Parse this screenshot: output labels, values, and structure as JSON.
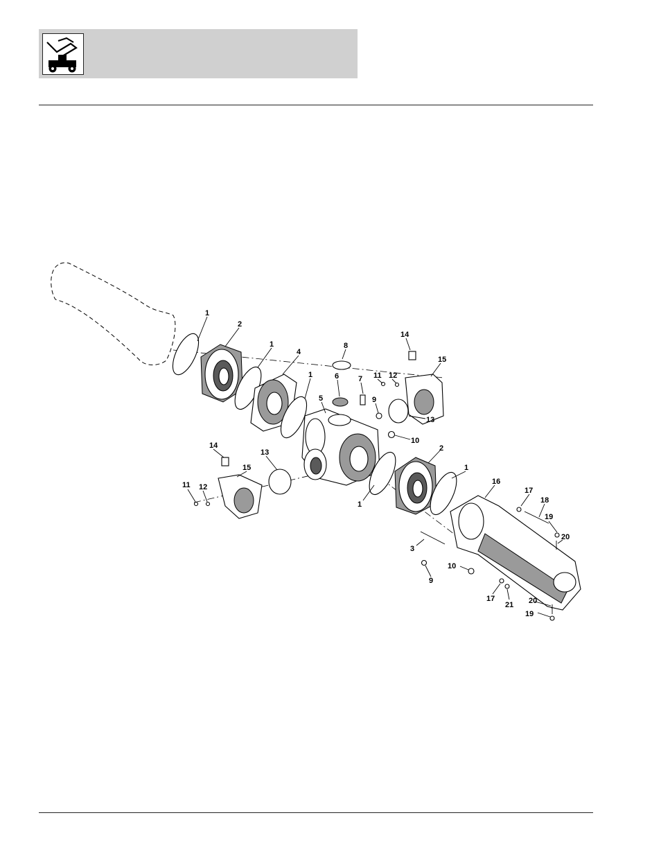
{
  "header": {
    "icon": "telehandler-machine-icon",
    "band_color": "#d0d0d0"
  },
  "diagram": {
    "callouts": [
      {
        "id": "c1a",
        "label": "1"
      },
      {
        "id": "c2a",
        "label": "2"
      },
      {
        "id": "c1b",
        "label": "1"
      },
      {
        "id": "c4",
        "label": "4"
      },
      {
        "id": "c1c",
        "label": "1"
      },
      {
        "id": "c8",
        "label": "8"
      },
      {
        "id": "c6",
        "label": "6"
      },
      {
        "id": "c7",
        "label": "7"
      },
      {
        "id": "c5",
        "label": "5"
      },
      {
        "id": "c14a",
        "label": "14"
      },
      {
        "id": "c15a",
        "label": "15"
      },
      {
        "id": "c11a",
        "label": "11"
      },
      {
        "id": "c12a",
        "label": "12"
      },
      {
        "id": "c9a",
        "label": "9"
      },
      {
        "id": "c13a",
        "label": "13"
      },
      {
        "id": "c10a",
        "label": "10"
      },
      {
        "id": "c14b",
        "label": "14"
      },
      {
        "id": "c13b",
        "label": "13"
      },
      {
        "id": "c15b",
        "label": "15"
      },
      {
        "id": "c11b",
        "label": "11"
      },
      {
        "id": "c12b",
        "label": "12"
      },
      {
        "id": "c2b",
        "label": "2"
      },
      {
        "id": "c1d",
        "label": "1"
      },
      {
        "id": "c1e",
        "label": "1"
      },
      {
        "id": "c16",
        "label": "16"
      },
      {
        "id": "c17a",
        "label": "17"
      },
      {
        "id": "c18",
        "label": "18"
      },
      {
        "id": "c19a",
        "label": "19"
      },
      {
        "id": "c20a",
        "label": "20"
      },
      {
        "id": "c3",
        "label": "3"
      },
      {
        "id": "c10b",
        "label": "10"
      },
      {
        "id": "c9b",
        "label": "9"
      },
      {
        "id": "c17b",
        "label": "17"
      },
      {
        "id": "c21",
        "label": "21"
      },
      {
        "id": "c20b",
        "label": "20"
      },
      {
        "id": "c19b",
        "label": "19"
      }
    ]
  }
}
